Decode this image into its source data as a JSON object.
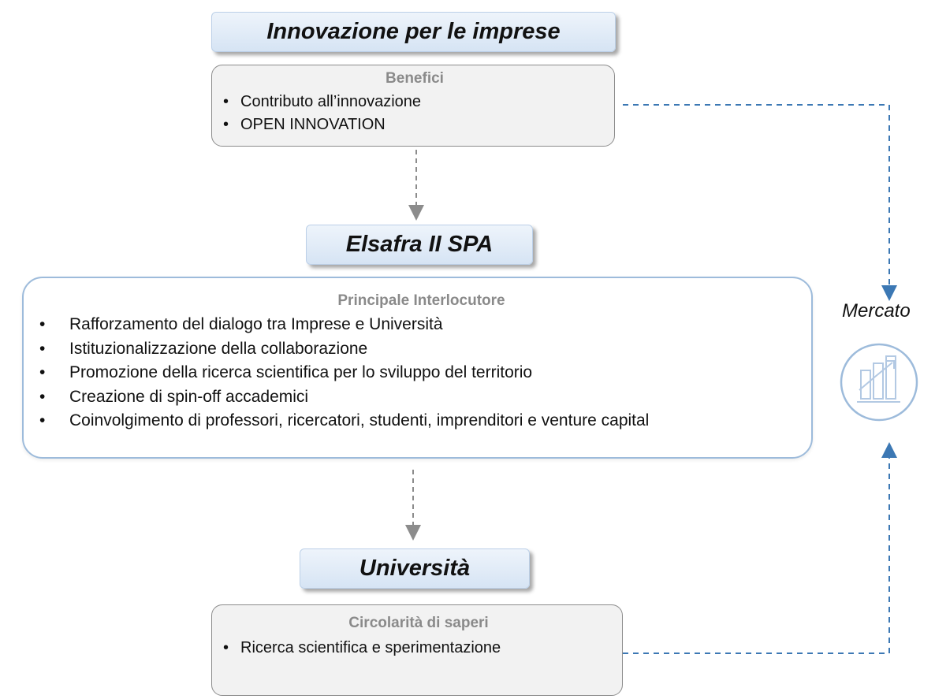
{
  "nodes": {
    "top_title": "Innovazione per le imprese",
    "benefici": {
      "heading": "Benefici",
      "items": [
        "Contributo all’innovazione",
        "OPEN INNOVATION"
      ]
    },
    "middle_title": "Elsafra II SPA",
    "interlocutore": {
      "heading": "Principale Interlocutore",
      "items": [
        "Rafforzamento del dialogo tra Imprese e Università",
        "Istituzionalizzazione della collaborazione",
        "Promozione della ricerca scientifica per lo sviluppo del territorio",
        "Creazione di spin-off accademici",
        "Coinvolgimento di professori, ricercatori, studenti, imprenditori e venture capital"
      ]
    },
    "bottom_title": "Università",
    "saperi": {
      "heading": "Circolarità di saperi",
      "items": [
        "Ricerca scientifica e sperimentazione"
      ]
    },
    "market_label": "Mercato",
    "market_icon": "bar-chart-growth-icon"
  },
  "bullet_symbol": "•",
  "colors": {
    "title_fill": "#dce8f5",
    "grey_fill": "#f2f2f2",
    "blue_border": "#9dbbdb",
    "grey_arrow": "#8c8c8c",
    "blue_arrow": "#3c78b4"
  }
}
